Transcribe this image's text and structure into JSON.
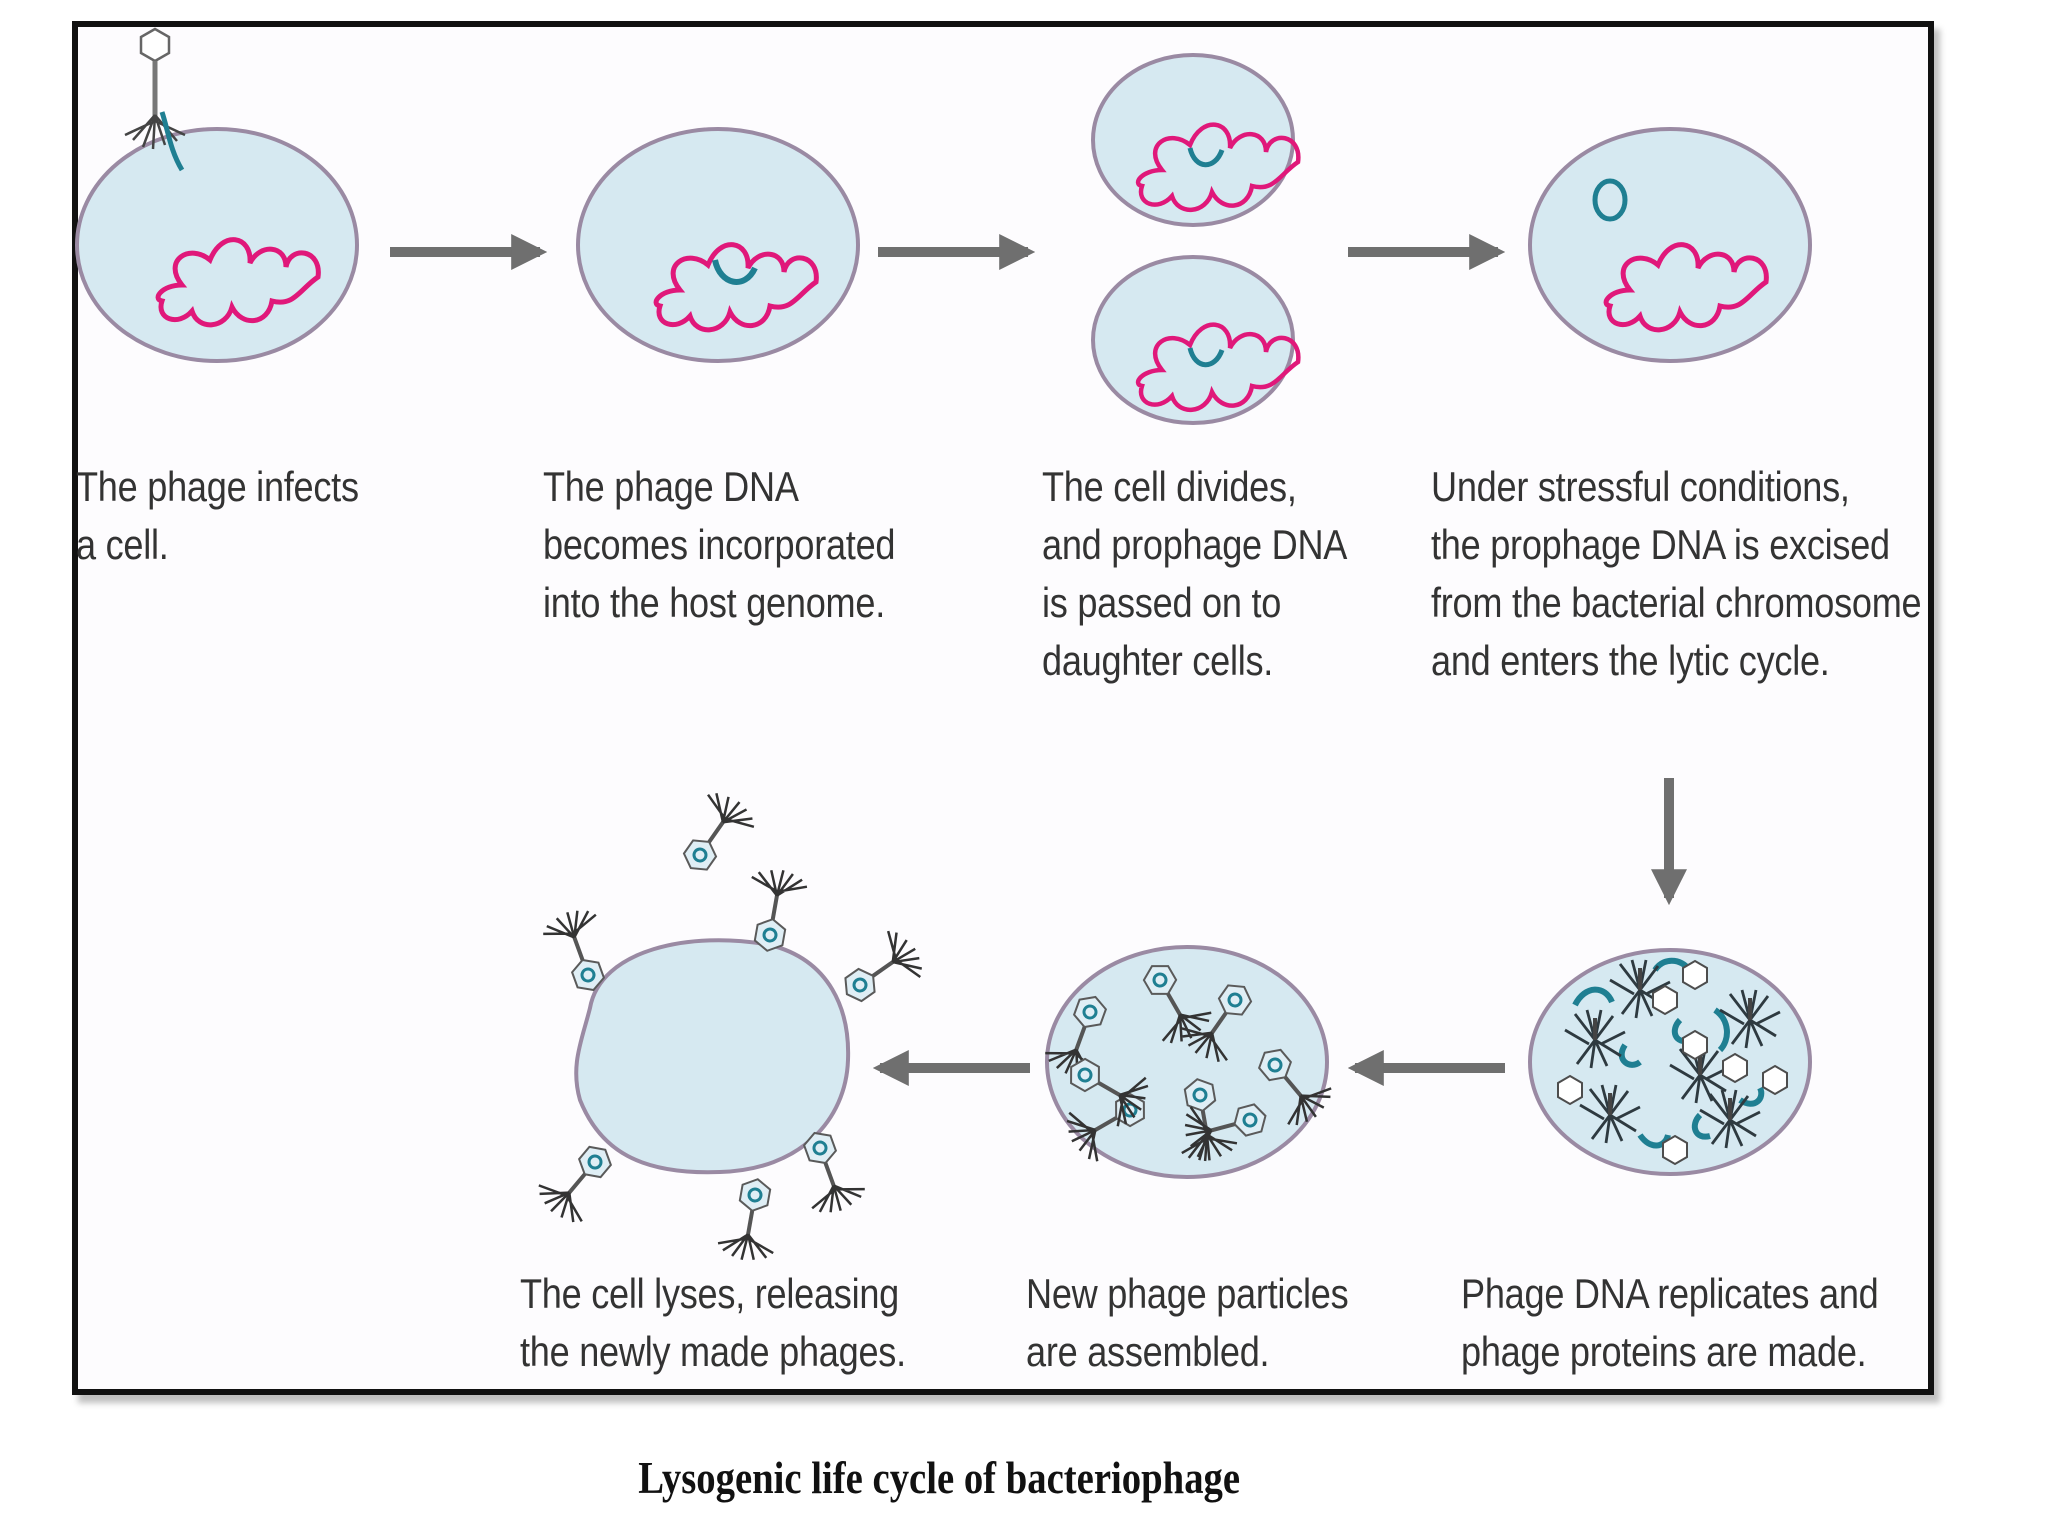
{
  "captions": {
    "step1": [
      "The phage infects",
      "a cell."
    ],
    "step2": [
      "The phage DNA",
      "becomes incorporated",
      "into the host genome."
    ],
    "step3": [
      "The cell divides,",
      "and prophage DNA",
      "is passed on to",
      "daughter cells."
    ],
    "step4": [
      "Under stressful conditions,",
      "the prophage DNA is excised",
      "from the bacterial chromosome",
      "and enters the lytic cycle."
    ],
    "step5": [
      "Phage DNA replicates and",
      "phage proteins are made."
    ],
    "step6": [
      "New phage particles",
      "are assembled."
    ],
    "step7": [
      "The cell lyses, releasing",
      "the newly made phages."
    ]
  },
  "figure_title": "Lysogenic life cycle of bacteriophage",
  "colors": {
    "cell_fill": "#d6e9f1",
    "cell_border": "#9a8aa3",
    "host_dna": "#e0187a",
    "phage_dna": "#1f7f92",
    "arrow": "#6f6f6f",
    "frame": "#111111"
  }
}
